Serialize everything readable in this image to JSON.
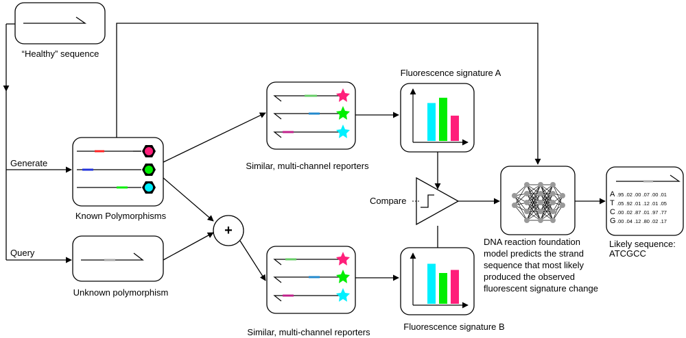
{
  "labels": {
    "healthy": "“Healthy” sequence",
    "generate": "Generate",
    "query": "Query",
    "known": "Known Polymorphisms",
    "unknown": "Unknown polymorphism",
    "reporters_top": "Similar, multi-channel reporters",
    "reporters_bottom": "Similar, multi-channel reporters",
    "sig_a": "Fluorescence signature A",
    "sig_b": "Fluorescence signature B",
    "compare": "Compare",
    "plus": "+",
    "model_lines": [
      "DNA reaction foundation",
      "model predicts the strand",
      "sequence that most likely",
      "produced the observed",
      "fluorescent signature change"
    ],
    "likely_title": "Likely sequence:",
    "likely_seq": "ATCGCC"
  },
  "matrix": [
    {
      "base": "A",
      "values": ".95 .02 .00 .07 .00 .01"
    },
    {
      "base": "T",
      "values": ".05 .92 .01 .12 .01 .05"
    },
    {
      "base": "C",
      "values": ".00 .02 .87 .01 .97 .77"
    },
    {
      "base": "G",
      "values": ".00 .04 .12 .80 .02 .17"
    }
  ],
  "chart_a": {
    "values": [
      0.72,
      0.82,
      0.48
    ]
  },
  "chart_b": {
    "values": [
      0.78,
      0.6,
      0.66
    ]
  },
  "colors": {
    "cyan": "#00f0ff",
    "green": "#00ee00",
    "magenta": "#ff1f7a",
    "red": "#ff2222",
    "blue": "#2233dd",
    "gray": "#aaaaaa",
    "purple": "#c0208a"
  }
}
